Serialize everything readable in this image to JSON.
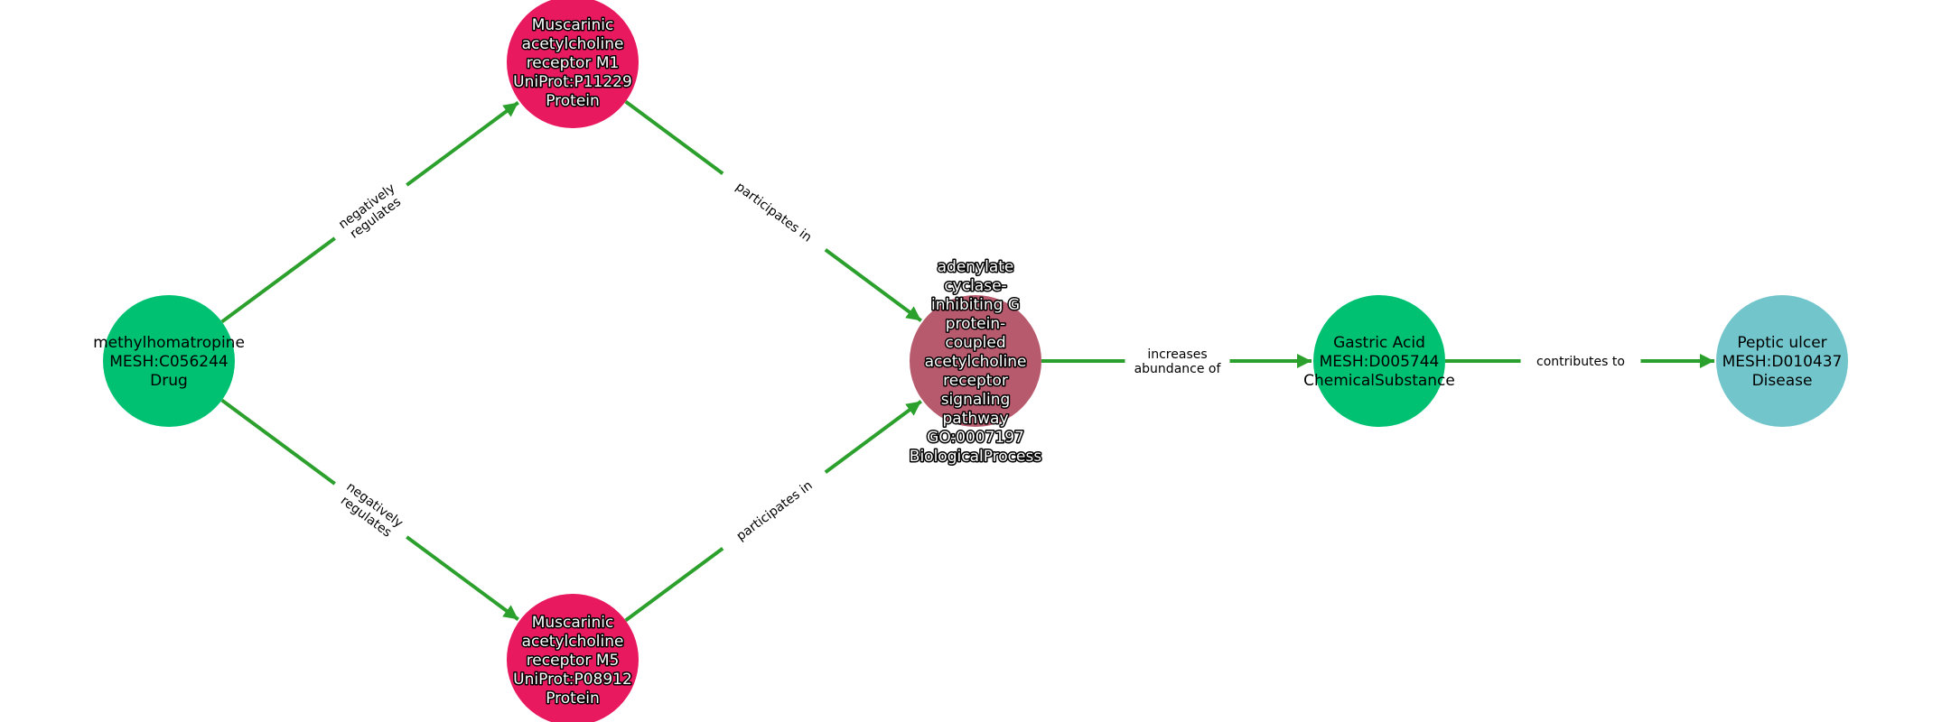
{
  "graph": {
    "edge_color": "#2ca02c",
    "nodes": [
      {
        "id": "drug",
        "lines": [
          "methylhomatropine",
          "MESH:C056244",
          "Drug"
        ],
        "color": "#00c172",
        "outlined": false
      },
      {
        "id": "m1",
        "lines": [
          "Muscarinic",
          "acetylcholine",
          "receptor M1",
          "UniProt:P11229",
          "Protein"
        ],
        "color": "#e8195f",
        "outlined": true
      },
      {
        "id": "m5",
        "lines": [
          "Muscarinic",
          "acetylcholine",
          "receptor M5",
          "UniProt:P08912",
          "Protein"
        ],
        "color": "#e8195f",
        "outlined": true
      },
      {
        "id": "go",
        "lines": [
          "adenylate",
          "cyclase-",
          "inhibiting G",
          "protein-",
          "coupled",
          "acetylcholine",
          "receptor",
          "signaling",
          "pathway",
          "GO:0007197",
          "BiologicalProcess"
        ],
        "color": "#b85a6e",
        "outlined": true
      },
      {
        "id": "acid",
        "lines": [
          "Gastric Acid",
          "MESH:D005744",
          "ChemicalSubstance"
        ],
        "color": "#00c172",
        "outlined": false
      },
      {
        "id": "ulcer",
        "lines": [
          "Peptic ulcer",
          "MESH:D010437",
          "Disease"
        ],
        "color": "#72c6cb",
        "outlined": false
      }
    ],
    "edges": [
      {
        "source": "drug",
        "target": "m1",
        "lines": [
          "negatively",
          "regulates"
        ]
      },
      {
        "source": "drug",
        "target": "m5",
        "lines": [
          "negatively",
          "regulates"
        ]
      },
      {
        "source": "m1",
        "target": "go",
        "lines": [
          "participates in"
        ]
      },
      {
        "source": "m5",
        "target": "go",
        "lines": [
          "participates in"
        ]
      },
      {
        "source": "go",
        "target": "acid",
        "lines": [
          "increases",
          "abundance of"
        ]
      },
      {
        "source": "acid",
        "target": "ulcer",
        "lines": [
          "contributes to"
        ]
      }
    ]
  }
}
